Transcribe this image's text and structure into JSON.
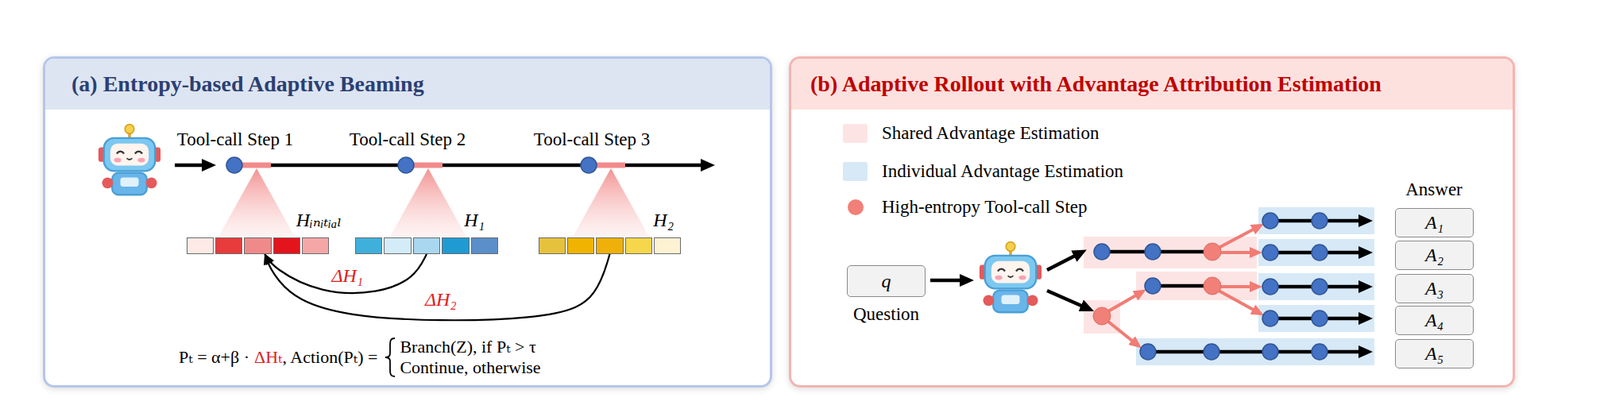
{
  "diagram": {
    "nodes": [
      {
        "text": [
          "(a) Entropy-based Adaptive Beaming"
        ]
      },
      {
        "text": [
          "Hᵢₙᵢₜᵢₐₗ"
        ],
        "in": 0
      },
      {
        "text": [
          "H₁"
        ],
        "in": 0
      },
      {
        "text": [
          "H₂"
        ],
        "in": 0
      },
      {
        "text": [
          "(b) Adaptive Rollout with Advantage Attribution Estimation"
        ]
      },
      {
        "text": [
          "q",
          "Question"
        ],
        "in": 4
      },
      {
        "text": [
          "A₁"
        ],
        "in": 4
      },
      {
        "text": [
          "A₂"
        ],
        "in": 4
      },
      {
        "text": [
          "A₃"
        ],
        "in": 4
      },
      {
        "text": [
          "A₄"
        ],
        "in": 4
      },
      {
        "text": [
          "A₅"
        ],
        "in": 4
      }
    ],
    "edges": [
      {
        "from": 2,
        "to": 1,
        "arrow": "to",
        "label": "ΔH₁"
      },
      {
        "from": 3,
        "to": 1,
        "arrow": "to",
        "label": "ΔH₂"
      }
    ],
    "labels": [
      "Tool-call Step 1",
      "Tool-call Step 2",
      "Tool-call Step 3",
      "Pₜ = α+β ·",
      "ΔHₜ",
      ", Action(Pₜ) =",
      "Branch(Z), if Pₜ > τ",
      "Continue, otherwise",
      "Answer"
    ],
    "legend": [
      {
        "text": "Shared Advantage Estimation",
        "color": "#fde4e4"
      },
      {
        "text": "Individual Advantage Estimation",
        "color": "#d7e9f6"
      },
      {
        "text": "High-entropy Tool-call Step"
      }
    ]
  }
}
